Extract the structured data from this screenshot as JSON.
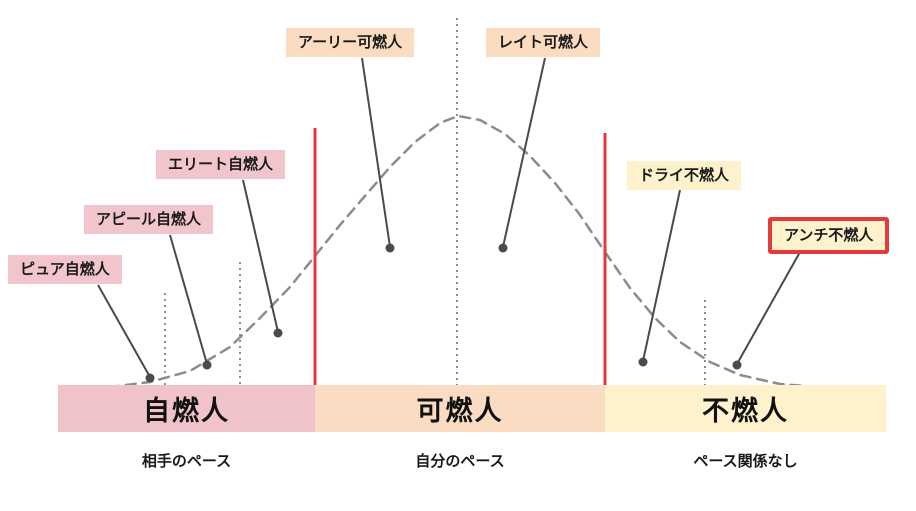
{
  "labels": {
    "pure": {
      "text": "ピュア自燃人"
    },
    "appeal": {
      "text": "アピール自燃人"
    },
    "elite": {
      "text": "エリート自燃人"
    },
    "early": {
      "text": "アーリー可燃人"
    },
    "late": {
      "text": "レイト可燃人"
    },
    "dry": {
      "text": "ドライ不燃人"
    },
    "anti": {
      "text": "アンチ不燃人"
    }
  },
  "bands": {
    "jinen": {
      "label": "自燃人",
      "caption": "相手のペース"
    },
    "kanen": {
      "label": "可燃人",
      "caption": "自分のペース"
    },
    "funen": {
      "label": "不燃人",
      "caption": "ペース関係なし"
    }
  },
  "colors": {
    "pink_label": "#f2c5cd",
    "peach_label": "#fbdcc0",
    "yellow_label": "#fdf2cc",
    "band_pink": "#f0c3cb",
    "band_peach": "#fadcc3",
    "band_yellow": "#fdf2cc",
    "highlight_border": "#e23b3b",
    "divider_red": "#e8383b",
    "curve_gray": "#8c8c8c",
    "callout_line": "#4a4a4a"
  }
}
